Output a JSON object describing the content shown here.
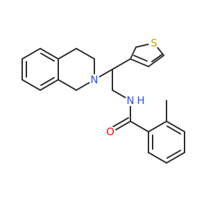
{
  "atoms": {
    "N_ring": {
      "label": "N",
      "color": "#3050F8"
    },
    "N_amide": {
      "label": "N",
      "color": "#3050F8"
    },
    "H_amide": {
      "label": "H",
      "color": "#3050F8"
    },
    "O": {
      "label": "O",
      "color": "#FF0D0D"
    },
    "S": {
      "label": "S",
      "color": "#C8A400"
    }
  },
  "bond_color": "#2b2b2b",
  "background": "#ffffff"
}
